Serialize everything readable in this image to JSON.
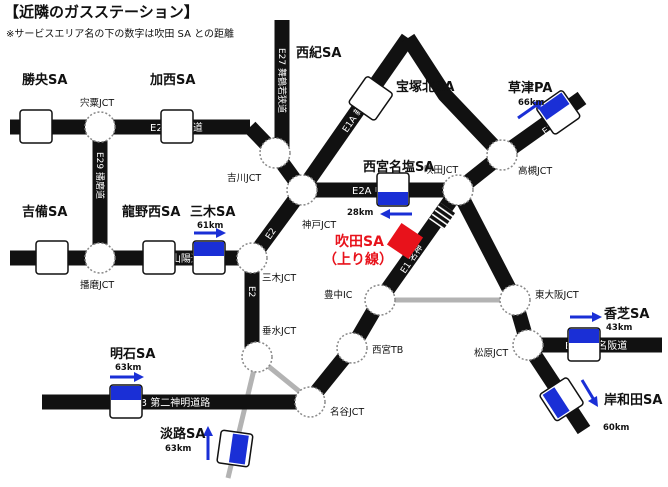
{
  "header": {
    "title": "【近隣のガスステーション】",
    "note": "※サービスエリア名の下の数字は吹田 SA との距離"
  },
  "roads": {
    "e2a_chugoku_west": "E2A 中国道",
    "e2a_chugoku_center": "E2A 中国道",
    "e29_harima": "E29 播磨道",
    "e2_sanyo": "E2 山陽道",
    "e2_upper": "E2",
    "e2_lower": "E2",
    "e27_maizuru": "E27 舞鶴若狭道",
    "e1a_shinmeishin": "E1A 新名神",
    "e1_meishin_ne": "E1 名神",
    "e1_meishin_center": "E1 名神",
    "e25_nishimeihan": "E25 西名阪道",
    "e26_kinki": "E26 近畿道",
    "e93_daini_shinmei": "E93 第二神明道路"
  },
  "junctions": {
    "shishiku": "宍粟JCT",
    "yokawa": "吉川JCT",
    "kobe": "神戸JCT",
    "suita": "吹田JCT",
    "takatsuki": "高槻JCT",
    "miki": "三木JCT",
    "harima": "播磨JCT",
    "toyonaka": "豊中IC",
    "higashiosaka": "東大阪JCT",
    "tarumi": "垂水JCT",
    "nishinomiya_tb": "西宮TB",
    "matsubara": "松原JCT",
    "meitani": "名谷JCT"
  },
  "service_areas": {
    "katsuragi": {
      "name": "勝央SA"
    },
    "kasai": {
      "name": "加西SA"
    },
    "saiki": {
      "name": "西紀SA"
    },
    "takarazuka_kita": {
      "name": "宝塚北SA"
    },
    "kusatsu": {
      "name": "草津PA",
      "distance": "66km"
    },
    "nishinomiya_najio": {
      "name": "西宮名塩SA",
      "distance": "28km"
    },
    "kibi": {
      "name": "吉備SA"
    },
    "tatsuno_nishi": {
      "name": "龍野西SA"
    },
    "miki": {
      "name": "三木SA",
      "distance": "61km"
    },
    "suita": {
      "name": "吹田SA",
      "direction": "（上り線）"
    },
    "kashiba": {
      "name": "香芝SA",
      "distance": "43km"
    },
    "akashi": {
      "name": "明石SA",
      "distance": "63km"
    },
    "awaji": {
      "name": "淡路SA",
      "distance": "63km"
    },
    "kishiwada": {
      "name": "岸和田SA",
      "distance": "60km"
    }
  },
  "colors": {
    "road": "#111111",
    "local_road": "#b3b3b3",
    "jct_fill": "#ffffff",
    "gas_station": "#1a2fd6",
    "suita_sa": "#e8121b",
    "arrow": "#1a2fd6"
  }
}
